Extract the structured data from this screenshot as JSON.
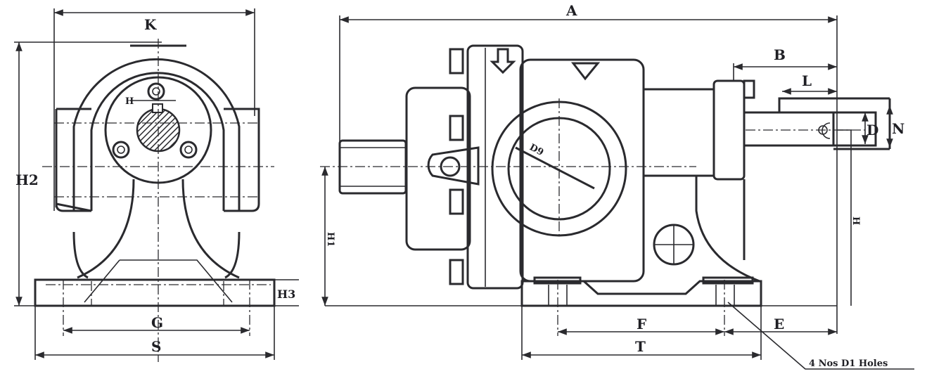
{
  "side_view": {
    "labels": {
      "K": "K",
      "H2": "H2",
      "H_key": "H",
      "G": "G",
      "S": "S",
      "H3": "H3"
    }
  },
  "front_view": {
    "labels": {
      "A": "A",
      "B": "B",
      "L": "L",
      "N": "N",
      "D": "D",
      "H": "H",
      "H1": "H1",
      "D9": "D9",
      "F": "F",
      "E": "E",
      "T": "T"
    },
    "hole_note": "4 Nos D1 Holes"
  }
}
